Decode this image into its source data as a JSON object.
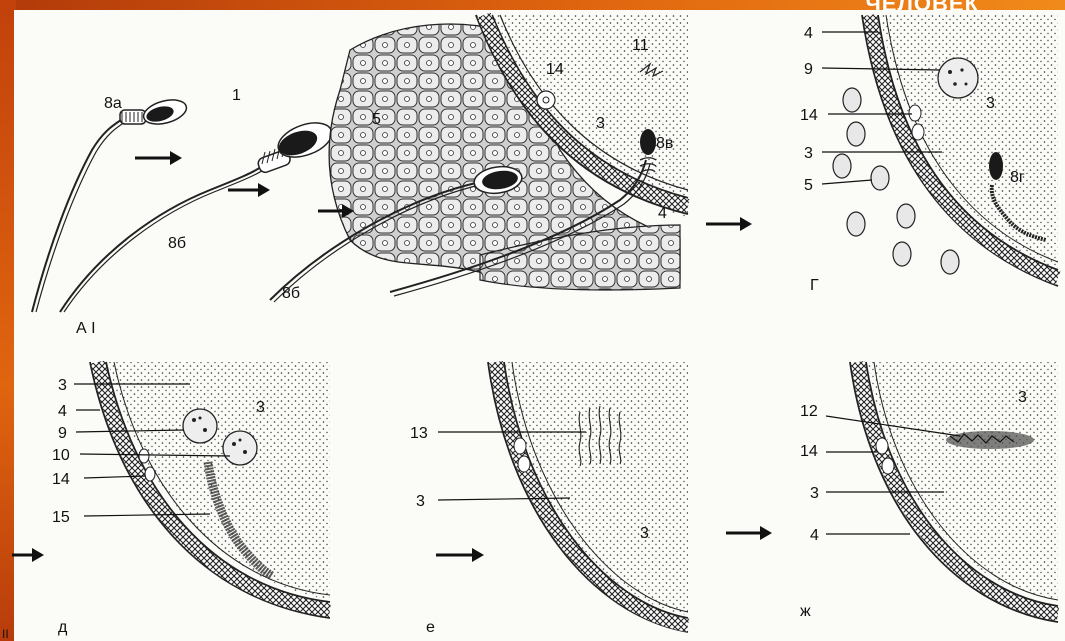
{
  "header": {
    "text": "ЧЕЛОВЕК"
  },
  "labels": {
    "p1_8a": "8а",
    "p1_1": "1",
    "p1_8b_a": "8б",
    "p1_8b_b": "8б",
    "p1_5": "5",
    "p1_14": "14",
    "p1_11": "11",
    "p1_3": "3",
    "p1_8v": "8в",
    "p1_4": "4",
    "p1_panel": "А I",
    "g_4": "4",
    "g_9": "9",
    "g_3a": "3",
    "g_14": "14",
    "g_3b": "3",
    "g_5": "5",
    "g_8g": "8г",
    "g_panel": "Г",
    "d_3a": "3",
    "d_4": "4",
    "d_9": "9",
    "d_3b": "3",
    "d_10": "10",
    "d_14": "14",
    "d_15": "15",
    "d_panel": "д",
    "e_13": "13",
    "e_3a": "3",
    "e_3b": "3",
    "e_panel": "е",
    "zh_12": "12",
    "zh_3a": "3",
    "zh_14": "14",
    "zh_3b": "3",
    "zh_4": "4",
    "zh_panel": "ж",
    "corner": "II"
  }
}
